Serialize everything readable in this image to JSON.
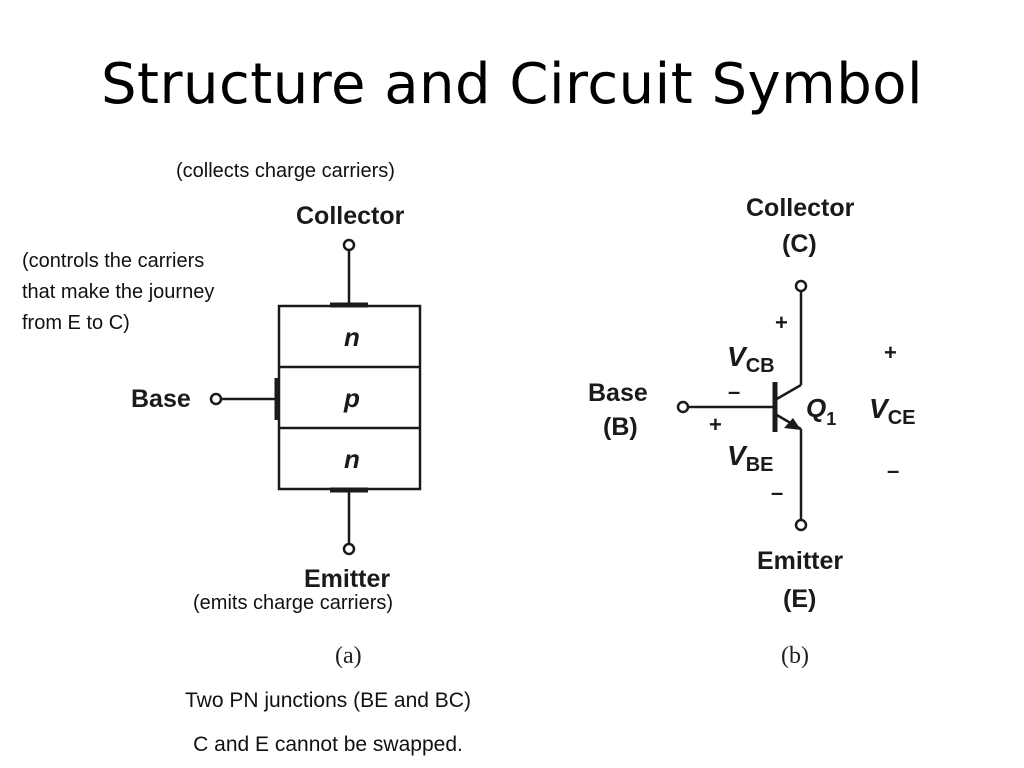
{
  "slide": {
    "title": "Structure and Circuit Symbol",
    "notes": {
      "collector_note": "(collects charge carriers)",
      "base_note_lines": [
        "(controls the carriers",
        "that make the journey",
        "from E to C)"
      ],
      "emitter_note": "(emits charge carriers)",
      "footer_line1": "Two PN junctions (BE and BC)",
      "footer_line2": "C and E cannot be swapped."
    }
  },
  "diagram_a": {
    "caption": "(a)",
    "collector_label": "Collector",
    "base_label": "Base",
    "emitter_label": "Emitter",
    "layers": [
      "n",
      "p",
      "n"
    ]
  },
  "diagram_b": {
    "caption": "(b)",
    "collector_label": "Collector",
    "collector_abbrev": "(C)",
    "base_label": "Base",
    "base_abbrev": "(B)",
    "emitter_label": "Emitter",
    "emitter_abbrev": "(E)",
    "transistor_name": "Q",
    "transistor_sub": "1",
    "vcb": "V",
    "vcb_sub": "CB",
    "vbe": "V",
    "vbe_sub": "BE",
    "vce": "V",
    "vce_sub": "CE",
    "plus": "+",
    "minus": "–"
  }
}
